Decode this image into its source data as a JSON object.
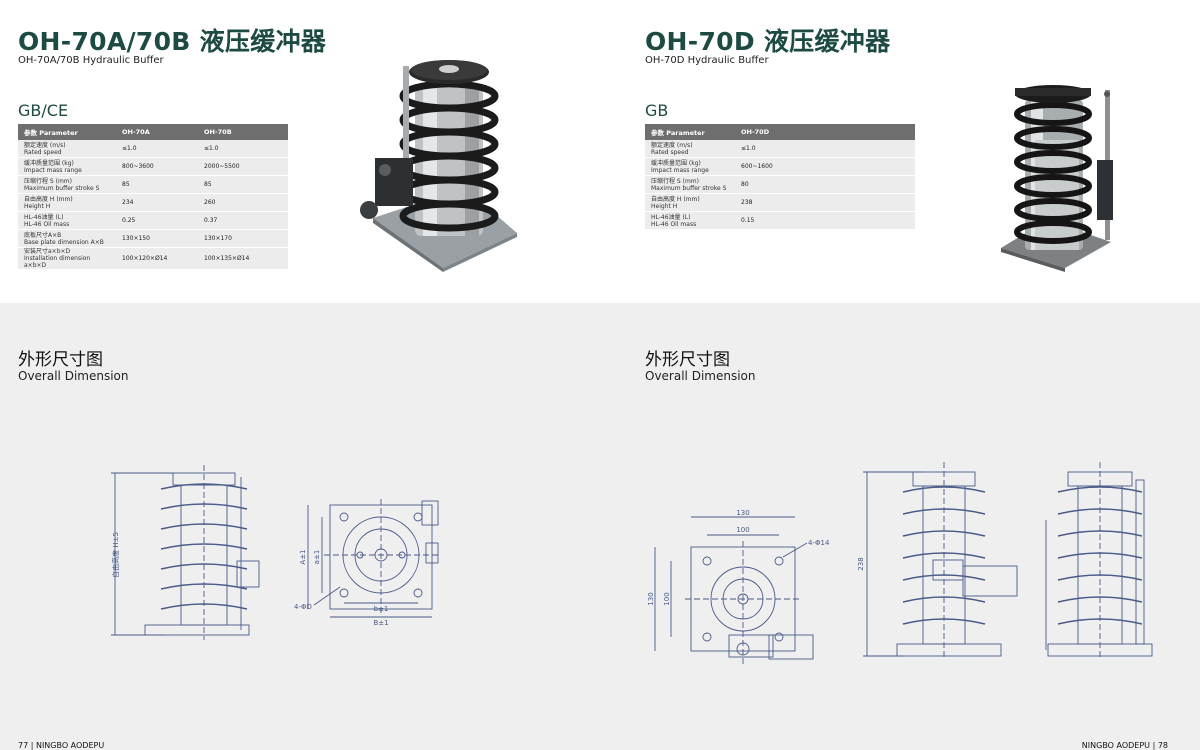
{
  "left": {
    "title": "OH-70A/70B 液压缓冲器",
    "subtitle": "OH-70A/70B Hydraulic Buffer",
    "cert": "GB/CE",
    "table": {
      "headers": [
        "参数 Parameter",
        "OH-70A",
        "OH-70B"
      ],
      "rows": [
        {
          "cn": "额定速度 (m/s)",
          "en": "Rated speed",
          "v1": "≤1.0",
          "v2": "≤1.0"
        },
        {
          "cn": "缓冲质量范围 (kg)",
          "en": "Impact mass range",
          "v1": "800~3600",
          "v2": "2000~5500"
        },
        {
          "cn": "压缩行程 S (mm)",
          "en": "Maximum buffer stroke S",
          "v1": "85",
          "v2": "85"
        },
        {
          "cn": "自由高度 H (mm)",
          "en": "Height H",
          "v1": "234",
          "v2": "260"
        },
        {
          "cn": "HL-46油量 (L)",
          "en": "HL-46 Oil mass",
          "v1": "0.25",
          "v2": "0.37"
        },
        {
          "cn": "底板尺寸A×B",
          "en": "Base plate dimension A×B",
          "v1": "130×150",
          "v2": "130×170"
        },
        {
          "cn": "安装尺寸a×b×D",
          "en": "Installation dimension a×b×D",
          "v1": "100×120×Ø14",
          "v2": "100×135×Ø14"
        }
      ]
    },
    "dimension_cn": "外形尺寸图",
    "dimension_en": "Overall Dimension",
    "drawing_labels": {
      "height": "自由高度 H±5",
      "a1": "A±1",
      "a_small": "a±1",
      "b_small": "b±1",
      "b1": "B±1",
      "holes": "4-ΦD"
    }
  },
  "right": {
    "title": "OH-70D 液压缓冲器",
    "subtitle": "OH-70D Hydraulic Buffer",
    "cert": "GB",
    "table": {
      "headers": [
        "参数 Parameter",
        "OH-70D"
      ],
      "rows": [
        {
          "cn": "额定速度 (m/s)",
          "en": "Rated speed",
          "v1": "≤1.0"
        },
        {
          "cn": "缓冲质量范围 (kg)",
          "en": "Impact mass range",
          "v1": "600~1600"
        },
        {
          "cn": "压缩行程 S (mm)",
          "en": "Maximum buffer stroke S",
          "v1": "80"
        },
        {
          "cn": "自由高度 H (mm)",
          "en": "Height H",
          "v1": "238"
        },
        {
          "cn": "HL-46油量 (L)",
          "en": "HL-46 Oil mass",
          "v1": "0.15"
        }
      ]
    },
    "dimension_cn": "外形尺寸图",
    "dimension_en": "Overall Dimension",
    "drawing_labels": {
      "w130": "130",
      "w100": "100",
      "h130": "130",
      "h100": "100",
      "holes": "4-Φ14",
      "height": "238"
    }
  },
  "footer": {
    "left": "77 | NINGBO AODEPU",
    "right": "NINGBO AODEPU | 78"
  },
  "colors": {
    "title": "#1d4b44",
    "header_bg": "#6e6e6e",
    "row_bg": "#ececec",
    "bottom_bg": "#efefef",
    "drawing": "#4a5a8a"
  }
}
